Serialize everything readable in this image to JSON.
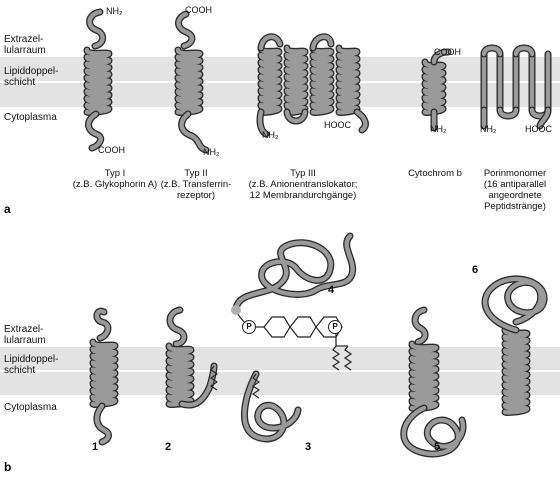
{
  "panel_a": {
    "letter": "a",
    "region_labels": [
      "Extrazel-\nlularraum",
      "Lipiddoppel-\nschicht",
      "Cytoplasma"
    ],
    "types": [
      {
        "caption": "Typ I\n(z.B. Glykophorin A)",
        "top": "NH₂",
        "bottom": "COOH"
      },
      {
        "caption": "Typ II\n(z.B. Transferrin-\nrezeptor)",
        "top": "COOH",
        "bottom": "NH₂"
      },
      {
        "caption": "Typ III\n(z.B. Anionentranslokator;\n12 Membrandurchgänge)",
        "nterm": "NH₂",
        "cterm": "HOOC"
      },
      {
        "caption": "Cytochrom b",
        "top": "COOH",
        "bottom": "NH₂"
      },
      {
        "caption": "Porinmonomer\n(16 antiparallel\nangeordnete\nPeptidstränge)",
        "nterm": "NH₂",
        "cterm": "HOOC"
      }
    ]
  },
  "panel_b": {
    "letter": "b",
    "region_labels": [
      "Extrazel-\nlularraum",
      "Lipiddoppel-\nschicht",
      "Cytoplasma"
    ],
    "numbers": [
      "1",
      "2",
      "3",
      "4",
      "5",
      "6"
    ],
    "phosphate_label": "P"
  },
  "colors": {
    "membrane_band": "#e3e3e3",
    "protein_fill": "#9a9a9a",
    "protein_outline": "#2a2a2a"
  }
}
